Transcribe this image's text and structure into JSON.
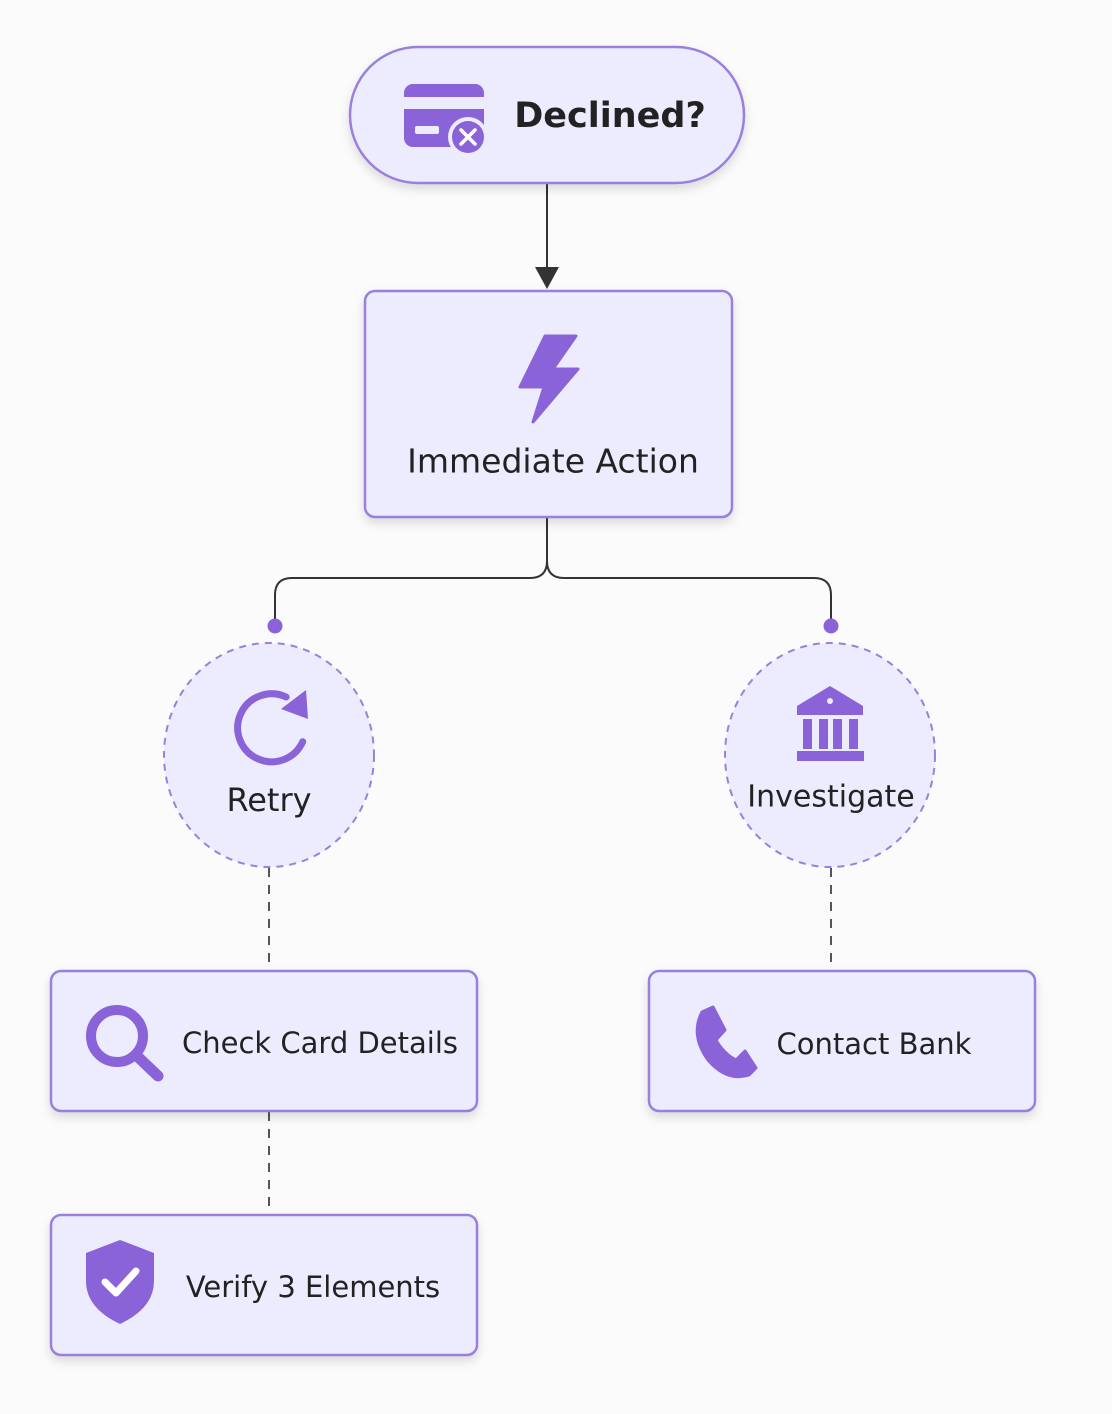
{
  "colors": {
    "background": "#fbfbfb",
    "node_fill": "#ececfe",
    "node_stroke": "#9a80dc",
    "accent_icon": "#8a63d8",
    "connector": "#333333",
    "dashed_connector": "#555555",
    "text": "#222222"
  },
  "nodes": {
    "declined": {
      "label": "Declined?",
      "icon": "credit-card-x-icon"
    },
    "immediate_action": {
      "label": "Immediate Action",
      "icon": "lightning-bolt-icon"
    },
    "retry": {
      "label": "Retry",
      "icon": "refresh-icon"
    },
    "investigate": {
      "label": "Investigate",
      "icon": "bank-icon"
    },
    "check_card_details": {
      "label": "Check Card Details",
      "icon": "search-icon"
    },
    "contact_bank": {
      "label": "Contact Bank",
      "icon": "phone-icon"
    },
    "verify_elements": {
      "label": "Verify 3 Elements",
      "icon": "shield-check-icon"
    }
  }
}
